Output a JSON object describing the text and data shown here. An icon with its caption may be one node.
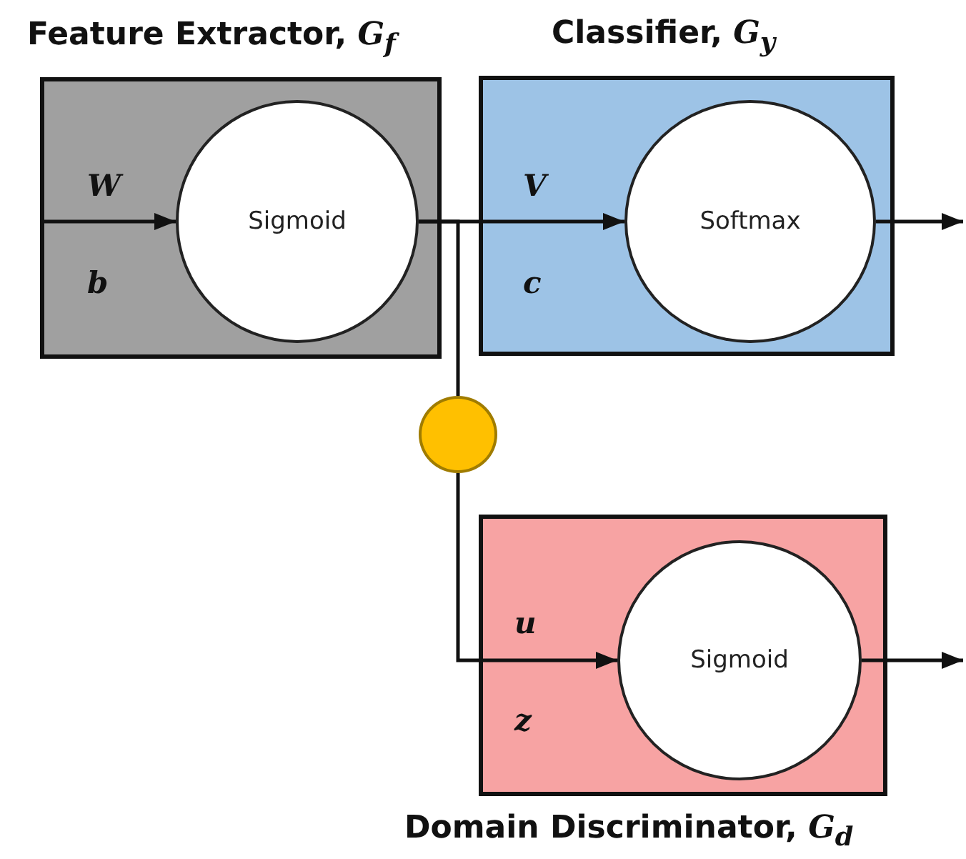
{
  "diagram": {
    "nodes": [
      {
        "text": [
          "Feature Extractor, *G*$_{f}$",
          "W",
          "b"
        ]
      },
      {
        "text": [
          "Sigmoid"
        ],
        "in": 0
      },
      {
        "text": [
          "Classifier, *G*$_{y}$",
          "V",
          "c"
        ]
      },
      {
        "text": [
          "Softmax"
        ],
        "in": 2
      },
      {
        "text": [],
        "shape": "circle"
      },
      {
        "text": [
          "u",
          "z",
          "Domain Discriminator, *G*$_{d}$"
        ]
      },
      {
        "text": [
          "Sigmoid"
        ],
        "in": 5
      }
    ],
    "edges": [
      {
        "from": null,
        "to": 1,
        "arrow": "to"
      },
      {
        "from": 1,
        "to": 3,
        "arrow": "to"
      },
      {
        "from": 3,
        "to": null,
        "arrow": "to"
      },
      {
        "from": 1,
        "to": 4,
        "arrow": "none"
      },
      {
        "from": 4,
        "to": 6,
        "arrow": "to"
      },
      {
        "from": 6,
        "to": null,
        "arrow": "to"
      }
    ]
  }
}
